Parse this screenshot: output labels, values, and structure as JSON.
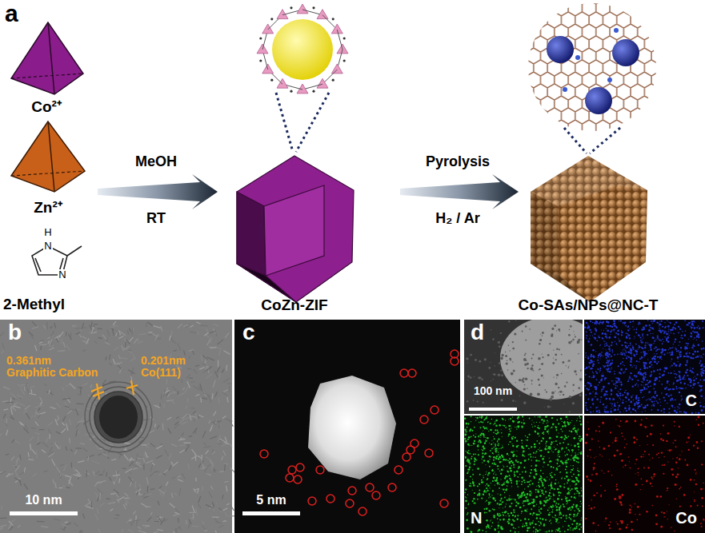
{
  "diagram": {
    "nodes": [
      {
        "text": [
          "0.361nm Graphitic Carbon",
          "0.201nm Co(111)",
          "10 nm"
        ]
      },
      {
        "text": [
          "5 nm"
        ]
      },
      {
        "text": [
          "100 nm"
        ]
      },
      {
        "text": [
          "C"
        ]
      },
      {
        "text": [
          "N"
        ]
      },
      {
        "text": [
          "Co"
        ]
      }
    ],
    "labels": [
      "a",
      "Co²⁺",
      "Zn²⁺",
      "H",
      "N",
      "N",
      "2-Methyl",
      "MeOH",
      "RT",
      "CoZn-ZIF",
      "Pyrolysis",
      "H₂ / Ar",
      "Co-SAs/NPs@NC-T",
      "b",
      "c",
      "d"
    ]
  }
}
